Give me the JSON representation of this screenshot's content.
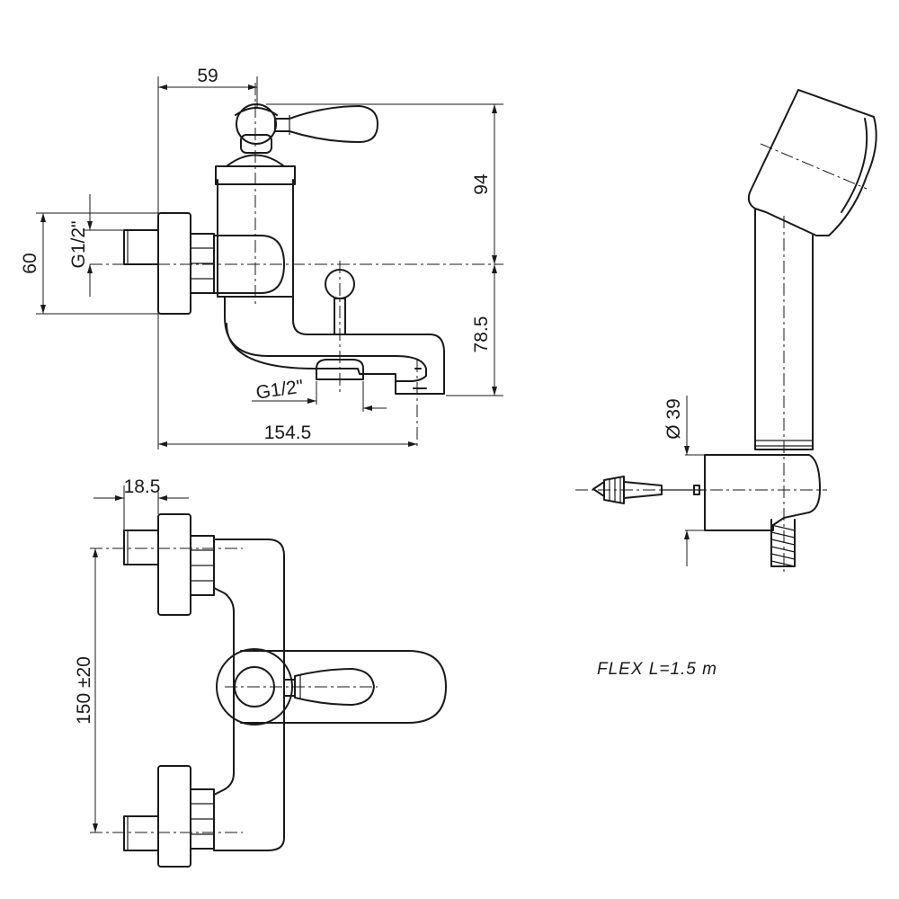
{
  "dimensions": {
    "width_59": "59",
    "height_94": "94",
    "height_60": "60",
    "thread_inlet": "G1/2\"",
    "height_78_5": "78.5",
    "thread_outlet": "G1/2\"",
    "length_154_5": "154.5",
    "offset_18_5": "18.5",
    "spacing_150": "150 ±20",
    "diameter_39": "Ø 39"
  },
  "notes": {
    "flex": "FLEX  L=1.5  m"
  }
}
